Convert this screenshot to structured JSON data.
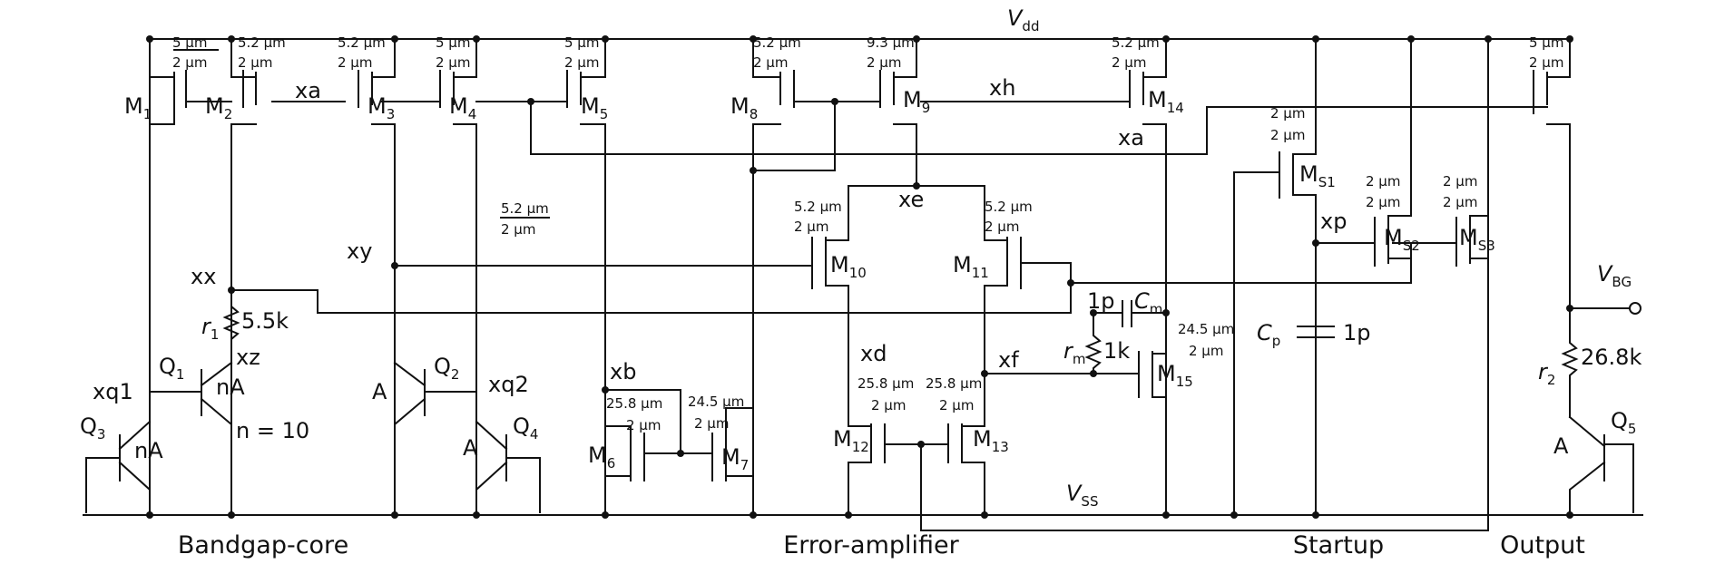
{
  "supply": {
    "vdd": "V",
    "vdd_sub": "dd",
    "vss": "V",
    "vss_sub": "SS"
  },
  "sections": [
    "Bandgap-core",
    "Error-amplifier",
    "Startup",
    "Output"
  ],
  "mosfets": [
    {
      "name": "M",
      "sub": "1",
      "w": "5 µm",
      "l": "2 µm"
    },
    {
      "name": "M",
      "sub": "2",
      "w": "5.2 µm",
      "l": "2 µm"
    },
    {
      "name": "M",
      "sub": "3",
      "w": "5.2 µm",
      "l": "2 µm"
    },
    {
      "name": "M",
      "sub": "4",
      "w": "5 µm",
      "l": "2 µm"
    },
    {
      "name": "M",
      "sub": "5",
      "w": "5 µm",
      "l": "2 µm"
    },
    {
      "name": "M",
      "sub": "8",
      "w": "5.2 µm",
      "l": "2 µm"
    },
    {
      "name": "M",
      "sub": "9",
      "w": "9.3 µm",
      "l": "2 µm"
    },
    {
      "name": "M",
      "sub": "14",
      "w": "5.2 µm",
      "l": "2 µm"
    },
    {
      "name": "M",
      "sub": "10",
      "w": "5.2 µm",
      "l": "2 µm"
    },
    {
      "name": "M",
      "sub": "11",
      "w": "5.2 µm",
      "l": "2 µm"
    },
    {
      "name": "M",
      "sub": "6",
      "w": "25.8 µm",
      "l": "2 µm"
    },
    {
      "name": "M",
      "sub": "7",
      "w": "24.5 µm",
      "l": "2 µm"
    },
    {
      "name": "M",
      "sub": "12",
      "w": "25.8 µm",
      "l": "2 µm"
    },
    {
      "name": "M",
      "sub": "13",
      "w": "25.8 µm",
      "l": "2 µm"
    },
    {
      "name": "M",
      "sub": "15",
      "w": "24.5 µm",
      "l": "2 µm"
    },
    {
      "name": "M",
      "sub": "S1",
      "w": "2 µm",
      "l": "2 µm"
    },
    {
      "name": "M",
      "sub": "S2",
      "w": "2 µm",
      "l": "2 µm"
    },
    {
      "name": "M",
      "sub": "S3",
      "w": "2 µm",
      "l": "2 µm"
    },
    {
      "name": "",
      "sub": "",
      "w": "5 µm",
      "l": "2 µm"
    }
  ],
  "extra_size": {
    "w": "5.2 µm",
    "l": "2 µm"
  },
  "bjts": [
    {
      "name": "Q",
      "sub": "1",
      "area": "nA"
    },
    {
      "name": "Q",
      "sub": "2",
      "area": "A"
    },
    {
      "name": "Q",
      "sub": "3",
      "area": "nA"
    },
    {
      "name": "Q",
      "sub": "4",
      "area": "A"
    },
    {
      "name": "Q",
      "sub": "5",
      "area": "A"
    }
  ],
  "ratio": "n = 10",
  "nodes": [
    "xa",
    "xa",
    "xh",
    "xe",
    "xx",
    "xy",
    "xz",
    "xq1",
    "xq2",
    "xb",
    "xd",
    "xf",
    "xp"
  ],
  "resistors": [
    {
      "name": "r",
      "sub": "1",
      "value": "5.5k"
    },
    {
      "name": "r",
      "sub": "m",
      "value": "1k"
    },
    {
      "name": "r",
      "sub": "2",
      "value": "26.8k"
    }
  ],
  "capacitors": [
    {
      "name": "C",
      "sub": "m",
      "value": "1p"
    },
    {
      "name": "C",
      "sub": "p",
      "value": "1p"
    }
  ],
  "output": {
    "name": "V",
    "sub": "BG"
  }
}
